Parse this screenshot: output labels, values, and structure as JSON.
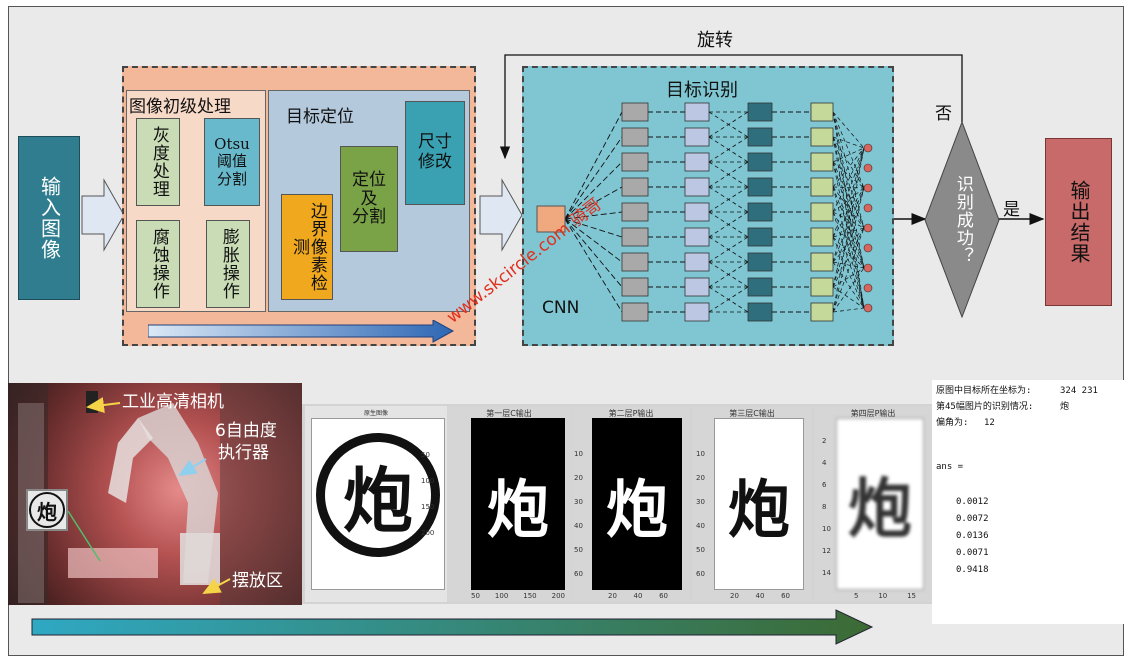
{
  "colors": {
    "frame_bg": "#eaeaea",
    "input_box": "#2f7d8f",
    "output_box": "#c96a6a",
    "preproc_bg": "#f3b79a",
    "preproc_inner": "#c9dcb5",
    "locate_bg": "#b5c9dd",
    "otsu": "#69b9cc",
    "size_mod": "#3aa1b2",
    "boundary": "#f0a81e",
    "locate_split": "#7aa246",
    "recog_bg": "#7fc6d2",
    "decision": "#8a8a8a",
    "node_orange": "#f0a87e",
    "node_gray": "#a9a9a9",
    "node_blue": "#bcc8e3",
    "node_teal": "#2f6f7d",
    "node_green": "#c4d99a",
    "node_red": "#d9655f",
    "arrow_green": "#3c6a34",
    "watermark": "#e0301e"
  },
  "diagram": {
    "input": "输入图像",
    "preprocess_title": "图像初级处理",
    "gray": "灰度处理",
    "otsu": "Otsu\n阈值\n分割",
    "erode": "腐蚀操作",
    "dilate": "膨胀操作",
    "locate_title": "目标定位",
    "boundary": "边界像素检测",
    "locate_split": "定位\n及\n分割",
    "size_mod": "尺寸\n修改",
    "recog_title": "目标识别",
    "cnn": "CNN",
    "rotate": "旋转",
    "no": "否",
    "decision": "识别成功？",
    "yes": "是",
    "output": "输出结果"
  },
  "photo": {
    "camera": "工业高清相机",
    "actuator_line1": "6自由度",
    "actuator_line2": "执行器",
    "place_area": "摆放区",
    "glyph": "炮"
  },
  "panels": {
    "original": {
      "title": "原生图像",
      "y_ticks": [
        "50",
        "100",
        "150",
        "200"
      ]
    },
    "c1": {
      "title": "第一层C输出",
      "x_ticks": [
        "50",
        "100",
        "150",
        "200"
      ]
    },
    "p2": {
      "title": "第二层P输出",
      "y_ticks": [
        "10",
        "20",
        "30",
        "40",
        "50",
        "60"
      ],
      "x_ticks": [
        "20",
        "40",
        "60"
      ]
    },
    "c3": {
      "title": "第三层C输出",
      "y_ticks": [
        "10",
        "20",
        "30",
        "40",
        "50",
        "60"
      ],
      "x_ticks": [
        "20",
        "40",
        "60"
      ]
    },
    "p4": {
      "title": "第四层P输出",
      "y_ticks": [
        "2",
        "4",
        "6",
        "8",
        "10",
        "12",
        "14"
      ],
      "x_ticks": [
        "5",
        "10",
        "15"
      ]
    },
    "glyph": "炮"
  },
  "console": {
    "line1_label": "原图中目标所在坐标为:",
    "line1_value": "324 231",
    "line2_label": "第45幅图片的识别情况:",
    "line2_value": "炮",
    "line3_label": "偏角为:",
    "line3_value": "12",
    "ans": "ans =",
    "values": [
      "0.0012",
      "0.0072",
      "0.0136",
      "0.0071",
      "0.9418"
    ]
  },
  "watermark": "www.skcircle.com 骑哥"
}
